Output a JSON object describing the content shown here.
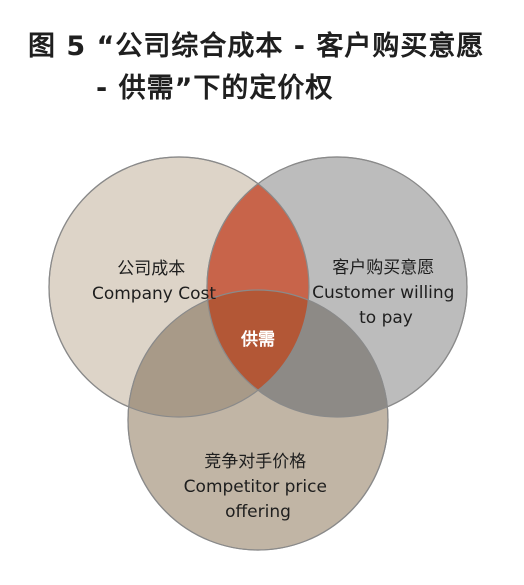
{
  "title": {
    "line1": "图 5 “公司综合成本 - 客户购买意愿",
    "line2": "- 供需”下的定价权"
  },
  "venn": {
    "center_label": "供需",
    "circles": [
      {
        "id": "company",
        "label_lines": [
          "公司成本",
          "Company Cost"
        ],
        "color": "#ddd4c8"
      },
      {
        "id": "customer",
        "label_lines": [
          "客户购买意愿",
          "Customer willing",
          "to pay"
        ],
        "color": "#bcbcbc"
      },
      {
        "id": "competitor",
        "label_lines": [
          "竞争对手价格",
          "Competitor price",
          "offering"
        ],
        "color": "#c1b5a5"
      }
    ],
    "colors": {
      "stroke": "#8a8a8a",
      "company_customer_overlap": "#c8644a",
      "company_competitor_overlap": "#a89a88",
      "customer_competitor_overlap": "#8d8a86",
      "center": "#b35736"
    }
  }
}
